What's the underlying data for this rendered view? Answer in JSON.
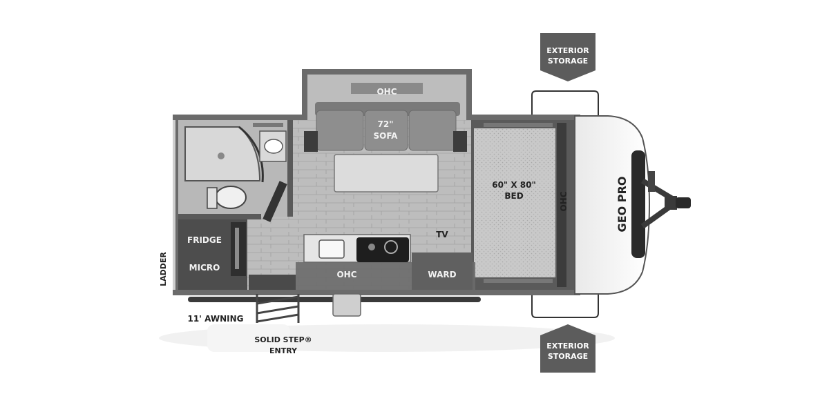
{
  "labels": {
    "ohc_top": "OHC",
    "sofa_size": "72\"",
    "sofa": "SOFA",
    "bed_size": "60\" X 80\"",
    "bed": "BED",
    "ohc_front": "OHC",
    "tv": "TV",
    "fridge": "FRIDGE",
    "micro": "MICRO",
    "ohc_kitchen": "OHC",
    "ward": "WARD",
    "ladder": "LADDER",
    "awning": "11' AWNING",
    "entry_line1": "SOLID STEP®",
    "entry_line2": "ENTRY",
    "ext_storage_top_1": "EXTERIOR",
    "ext_storage_top_2": "STORAGE",
    "ext_storage_bottom_1": "EXTERIOR",
    "ext_storage_bottom_2": "STORAGE",
    "brand": "GEO PRO"
  },
  "colors": {
    "wall": "#5a5a5a",
    "floor": "#b9b9b9",
    "cabinet": "#6a6a6a",
    "dark_cabinet": "#4a4a4a",
    "badge": "#5c5c5c",
    "bed": "#c8c8c8"
  }
}
